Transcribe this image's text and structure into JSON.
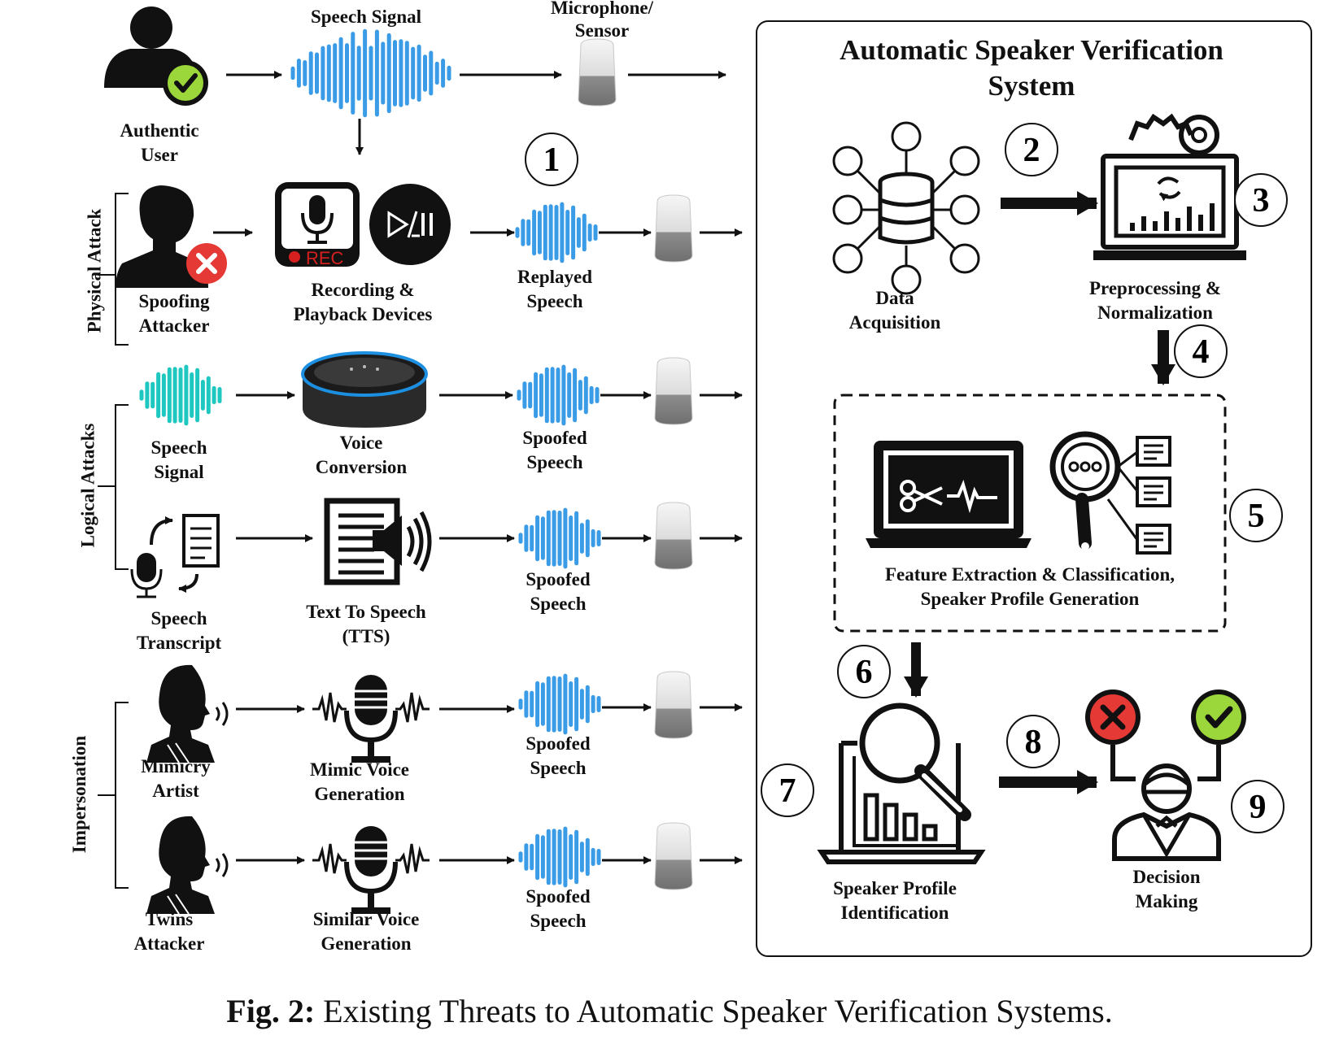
{
  "system": {
    "title_line1": "Automatic Speaker Verification",
    "title_line2": "System"
  },
  "top_row": {
    "user": [
      "Authentic",
      "User"
    ],
    "signal": "Speech Signal",
    "mic": [
      "Microphone/",
      "Sensor"
    ]
  },
  "groups": {
    "physical": "Physical Attack",
    "logical": "Logical Attacks",
    "impersonation": "Impersonation"
  },
  "rows": {
    "r1": {
      "source": [
        "Spoofing",
        "Attacker"
      ],
      "device": [
        "Recording &",
        "Playback Devices"
      ],
      "output": [
        "Replayed",
        "Speech"
      ],
      "rec": "REC"
    },
    "r2": {
      "source": [
        "Speech",
        "Signal"
      ],
      "device": [
        "Voice",
        "Conversion"
      ],
      "output": [
        "Spoofed",
        "Speech"
      ]
    },
    "r3": {
      "source": [
        "Speech",
        "Transcript"
      ],
      "device": [
        "Text To Speech",
        "(TTS)"
      ],
      "output": [
        "Spoofed",
        "Speech"
      ]
    },
    "r4": {
      "source": [
        "Mimicry",
        "Artist"
      ],
      "device": [
        "Mimic Voice",
        "Generation"
      ],
      "output": [
        "Spoofed",
        "Speech"
      ]
    },
    "r5": {
      "source": [
        "Twins",
        "Attacker"
      ],
      "device": [
        "Similar Voice",
        "Generation"
      ],
      "output": [
        "Spoofed",
        "Speech"
      ]
    }
  },
  "asv": {
    "acquisition": [
      "Data",
      "Acquisition"
    ],
    "preprocessing": [
      "Preprocessing &",
      "Normalization"
    ],
    "feature": [
      "Feature Extraction & Classification,",
      "Speaker Profile Generation"
    ],
    "identification": [
      "Speaker Profile",
      "Identification"
    ],
    "decision": [
      "Decision",
      "Making"
    ]
  },
  "steps": [
    "1",
    "2",
    "3",
    "4",
    "5",
    "6",
    "7",
    "8",
    "9"
  ],
  "caption": {
    "prefix": "Fig. 2:",
    "text": " Existing Threats to Automatic Speaker Verification Systems."
  },
  "colors": {
    "blue_wave": "#3a9be6",
    "teal_wave": "#1ec8c0",
    "red": "#e53935",
    "green": "#9bd63a",
    "rec_red": "#d61f1f",
    "echo_ring": "#1d8fe0"
  }
}
